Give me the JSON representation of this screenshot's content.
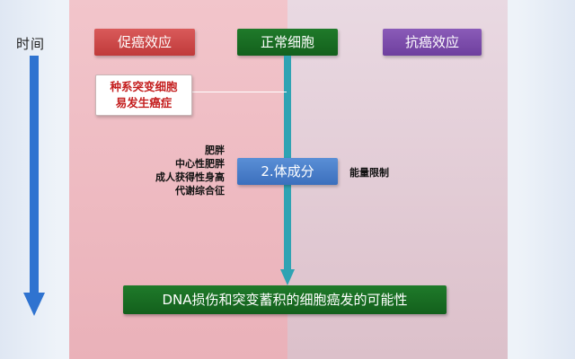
{
  "timeline": {
    "label": "时间"
  },
  "headers": {
    "promote": "促癌效应",
    "normal": "正常细胞",
    "anti": "抗癌效应"
  },
  "germline": {
    "line1": "种系突变细胞",
    "line2": "易发生癌症"
  },
  "factors": [
    "肥胖",
    "中心性肥胖",
    "成人获得性身高",
    "代谢综合征"
  ],
  "body_composition": "2.体成分",
  "energy_restriction": "能量限制",
  "outcome": "DNA损伤和突变蓄积的细胞癌发的可能性",
  "colors": {
    "red": "#c03a3a",
    "green": "#13601c",
    "purple": "#6e3f9e",
    "blue": "#3b6fbd",
    "teal": "#2fa3b3",
    "arrow_blue": "#2f73d0"
  }
}
